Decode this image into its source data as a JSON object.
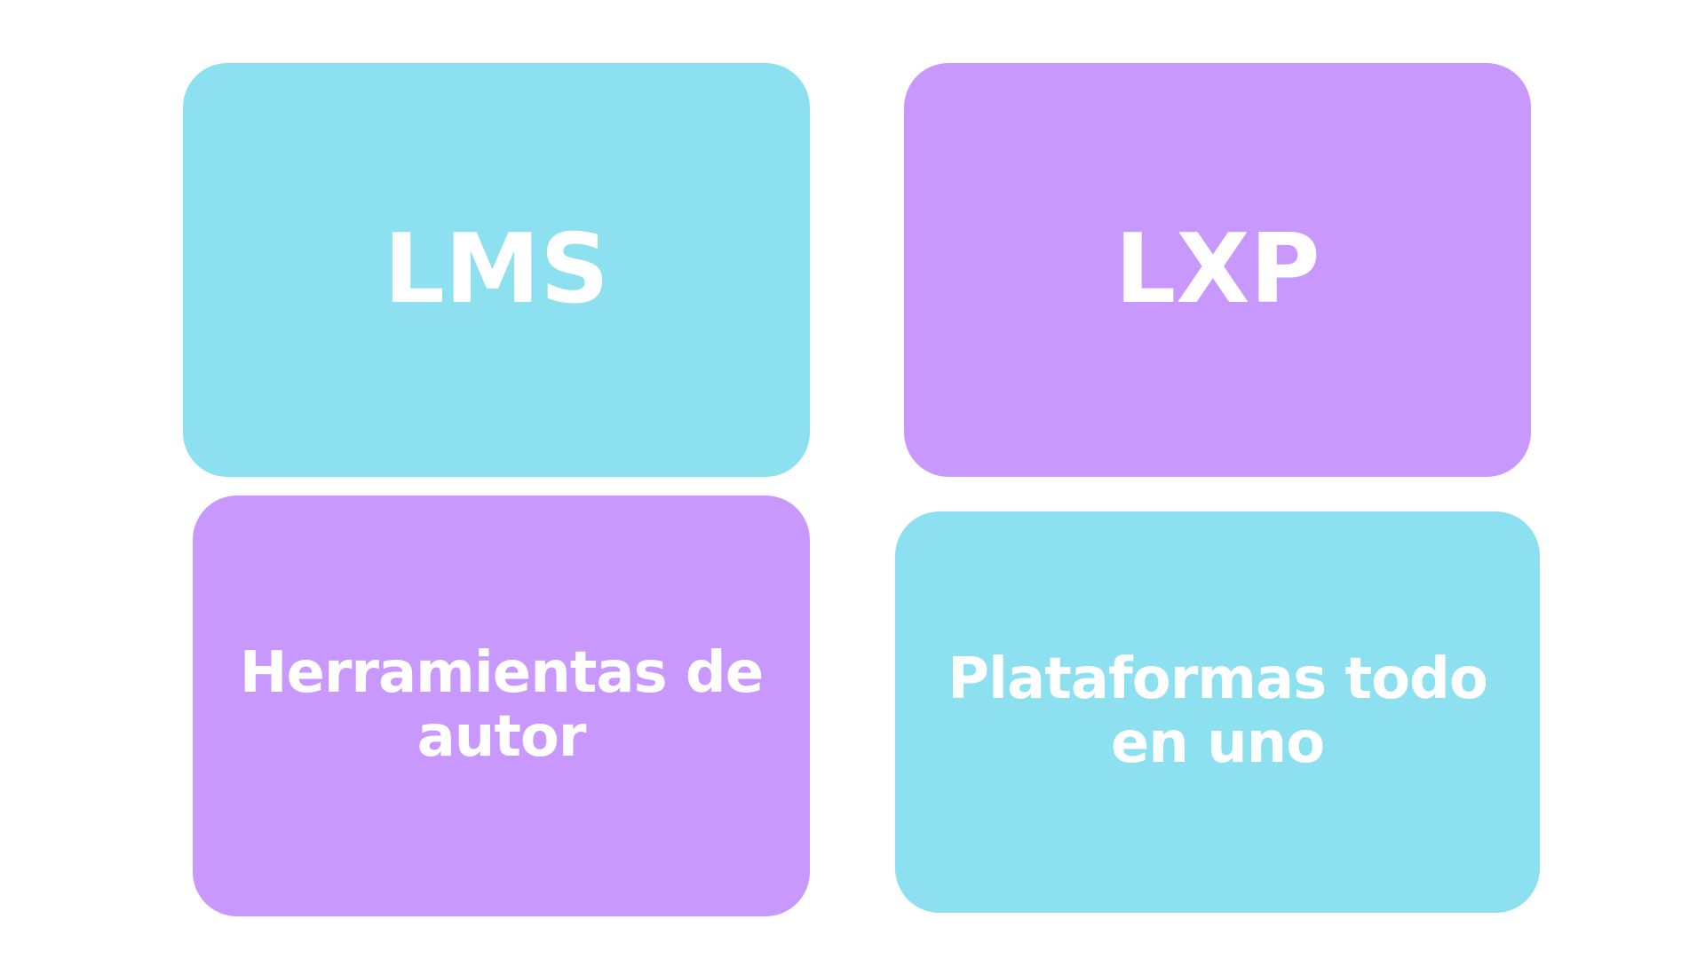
{
  "colors": {
    "cyan": "#8ce0ef",
    "purple": "#c998fd",
    "text": "#ffffff",
    "background": "#ffffff"
  },
  "cards": [
    {
      "id": "lms",
      "label": "LMS",
      "color": "cyan"
    },
    {
      "id": "lxp",
      "label": "LXP",
      "color": "purple"
    },
    {
      "id": "authoring",
      "label": "Herramientas de autor",
      "color": "purple"
    },
    {
      "id": "allinone",
      "label": "Plataformas todo en uno",
      "color": "cyan"
    }
  ]
}
